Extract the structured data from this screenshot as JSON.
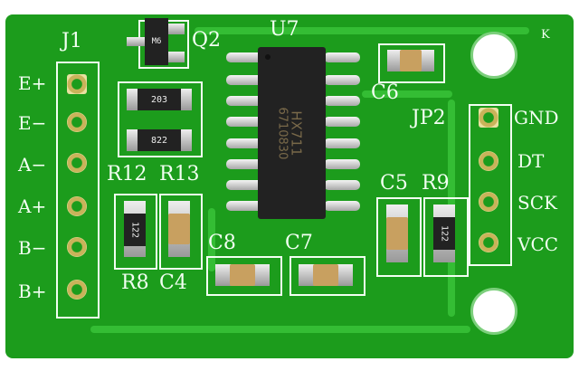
{
  "labels": {
    "j1": "J1",
    "q2": "Q2",
    "u7": "U7",
    "jp2": "JP2",
    "r12": "R12",
    "r13": "R13",
    "r8": "R8",
    "c4": "C4",
    "c8": "C8",
    "c7": "C7",
    "c5": "C5",
    "r9": "R9",
    "c6": "C6",
    "k": "K"
  },
  "j1_pins": [
    "E+",
    "E−",
    "A−",
    "A+",
    "B−",
    "B+"
  ],
  "jp2_pins": [
    "GND",
    "DT",
    "SCK",
    "VCC"
  ],
  "chip": {
    "name": "HX711",
    "code": "6710830"
  },
  "transistor_code": "M6",
  "resistor_codes": {
    "r12": "203",
    "r13": "822",
    "r8": "122",
    "r9": "122"
  },
  "colors": {
    "board": "#1c9c1c",
    "trace": "#34bd34",
    "silkscreen": "#f2fff2"
  }
}
